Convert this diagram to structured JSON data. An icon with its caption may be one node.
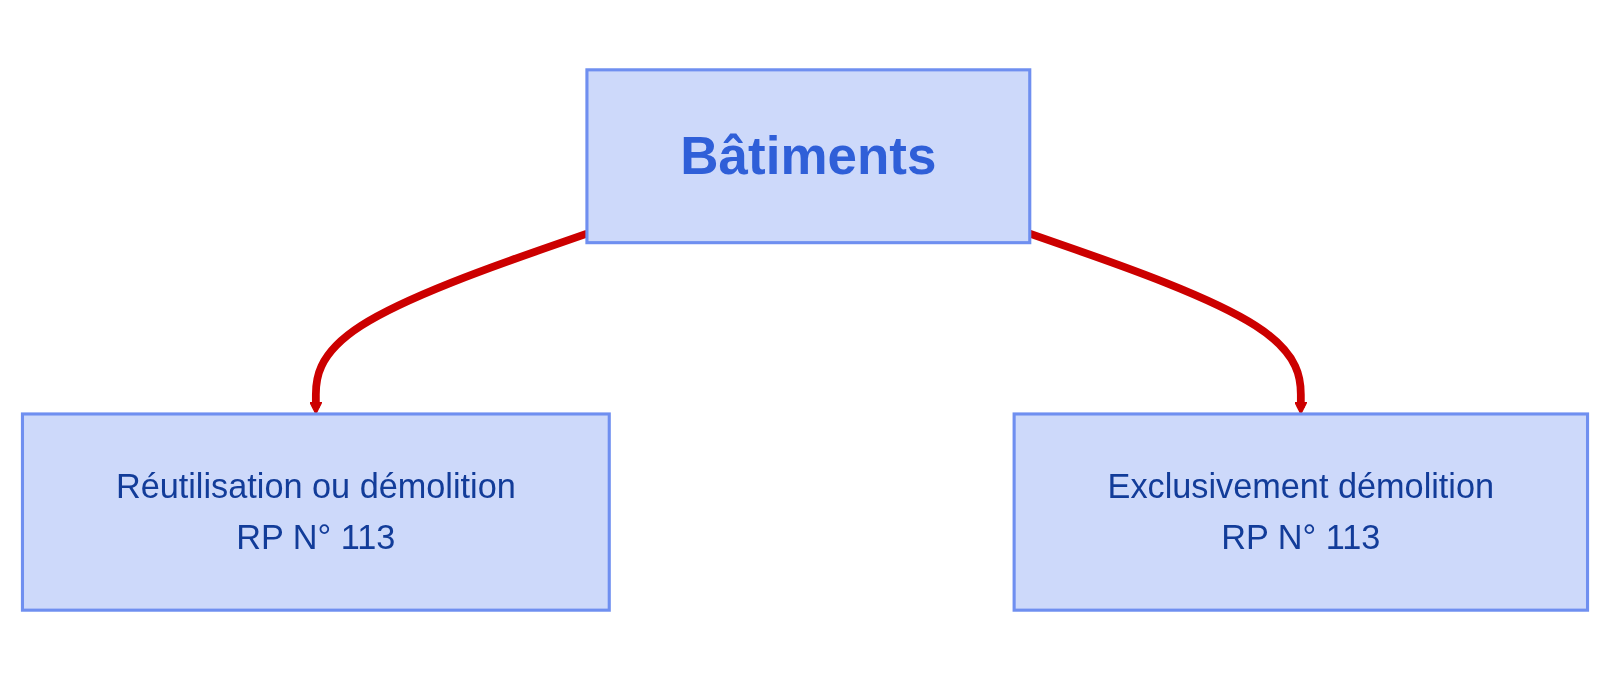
{
  "diagram": {
    "nodes": [
      {
        "text": [
          "Bâtiments"
        ]
      },
      {
        "text": [
          "Réutilisation ou démolition",
          "RP N° 113"
        ]
      },
      {
        "text": [
          "Exclusivement démolition",
          "RP N° 113"
        ]
      }
    ],
    "edges": [
      {
        "from": 0,
        "to": 1,
        "arrow": "to"
      },
      {
        "from": 0,
        "to": 2,
        "arrow": "to"
      }
    ]
  }
}
